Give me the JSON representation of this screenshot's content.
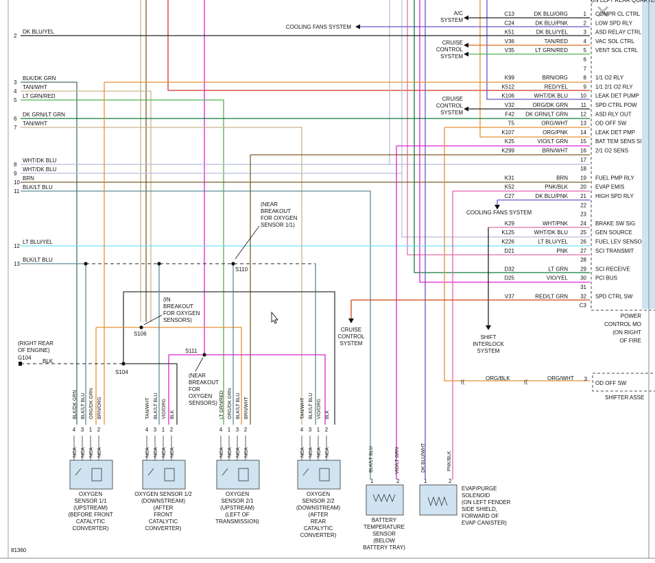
{
  "diagram_id": "81360",
  "header_partial": "(IN LEFT REAR QUARTER",
  "colors": {
    "dk_blu_yel": "#222222",
    "blk_dk_grn": "#4a6b6b",
    "tan_wht": "#c8b48c",
    "lt_grn_red": "#4db04d",
    "dk_grn_lt_grn": "#0a7a3a",
    "wht_dk_blu": "#b8bcd8",
    "brn": "#7a5a2a",
    "blk_lt_blu": "#5a8a96",
    "lt_blu_yel": "#6fe0f0",
    "dk_blu_pnk": "#6a50c8",
    "tan_red": "#e06a20",
    "red_yel": "#d03020",
    "orange": "#e89030",
    "pink": "#e060b0",
    "magenta": "#e020d0",
    "sci": "#e070a8",
    "sensor_fill": "#cfe3f0"
  },
  "left_wires": [
    {
      "num": "2",
      "label": "DK BLU/YEL",
      "color": "dk_blu_yel"
    },
    {
      "num": "3",
      "label": "BLK/DK GRN",
      "color": "blk_dk_grn"
    },
    {
      "num": "4",
      "label": "TAN/WHT",
      "color": "tan_wht"
    },
    {
      "num": "5",
      "label": "LT GRN/RED",
      "color": "lt_grn_red"
    },
    {
      "num": "6",
      "label": "DK GRN/LT GRN",
      "color": "dk_grn_lt_grn"
    },
    {
      "num": "7",
      "label": "TAN/WHT",
      "color": "tan_wht"
    },
    {
      "num": "8",
      "label": "WHT/DK BLU",
      "color": "wht_dk_blu"
    },
    {
      "num": "9",
      "label": "WHT/DK BLU",
      "color": "wht_dk_blu"
    },
    {
      "num": "10",
      "label": "BRN",
      "color": "brn"
    },
    {
      "num": "11",
      "label": "BLK/LT BLU",
      "color": "blk_lt_blu"
    },
    {
      "num": "12",
      "label": "LT BLU/YEL",
      "color": "lt_blu_yel"
    },
    {
      "num": "13",
      "label": "BLK/LT BLU",
      "color": "blk_lt_blu"
    }
  ],
  "pcm_pins": [
    {
      "pin": "1",
      "circuit": "C13",
      "wire": "DK BLU/ORG",
      "func": "COMPR CL CTRL"
    },
    {
      "pin": "2",
      "circuit": "C24",
      "wire": "DK BLU/PNK",
      "func": "LOW SPD RLY"
    },
    {
      "pin": "3",
      "circuit": "K51",
      "wire": "DK BLU/YEL",
      "func": "ASD RELAY CTRL"
    },
    {
      "pin": "4",
      "circuit": "V36",
      "wire": "TAN/RED",
      "func": "VAC SOL CTRL"
    },
    {
      "pin": "5",
      "circuit": "V35",
      "wire": "LT GRN/RED",
      "func": "VENT SOL CTRL"
    },
    {
      "pin": "6",
      "circuit": "",
      "wire": "",
      "func": ""
    },
    {
      "pin": "7",
      "circuit": "",
      "wire": "",
      "func": ""
    },
    {
      "pin": "8",
      "circuit": "K99",
      "wire": "BRN/ORG",
      "func": "1/1 O2 RLY"
    },
    {
      "pin": "9",
      "circuit": "K512",
      "wire": "RED/YEL",
      "func": "1/1 2/1 O2 RLY"
    },
    {
      "pin": "10",
      "circuit": "K106",
      "wire": "WHT/DK BLU",
      "func": "LEAK DET PUMP"
    },
    {
      "pin": "11",
      "circuit": "V32",
      "wire": "ORG/DK GRN",
      "func": "SPD CTRL POW"
    },
    {
      "pin": "12",
      "circuit": "F42",
      "wire": "DK GRN/LT GRN",
      "func": "ASD RLY OUT"
    },
    {
      "pin": "13",
      "circuit": "T5",
      "wire": "ORG/WHT",
      "func": "OD OFF SW"
    },
    {
      "pin": "14",
      "circuit": "K107",
      "wire": "ORG/PNK",
      "func": "LEAK DET PMP"
    },
    {
      "pin": "15",
      "circuit": "K25",
      "wire": "VIO/LT GRN",
      "func": "BAT TEM SENS SI"
    },
    {
      "pin": "16",
      "circuit": "K299",
      "wire": "BRN/WHT",
      "func": "2/1 O2 SENS"
    },
    {
      "pin": "17",
      "circuit": "",
      "wire": "",
      "func": ""
    },
    {
      "pin": "18",
      "circuit": "",
      "wire": "",
      "func": ""
    },
    {
      "pin": "19",
      "circuit": "K31",
      "wire": "BRN",
      "func": "FUEL PMP RLY"
    },
    {
      "pin": "20",
      "circuit": "K52",
      "wire": "PNK/BLK",
      "func": "EVAP EMIS"
    },
    {
      "pin": "21",
      "circuit": "C27",
      "wire": "DK BLU/PNK",
      "func": "HIGH SPD RLY"
    },
    {
      "pin": "22",
      "circuit": "",
      "wire": "",
      "func": ""
    },
    {
      "pin": "23",
      "circuit": "",
      "wire": "",
      "func": ""
    },
    {
      "pin": "24",
      "circuit": "K29",
      "wire": "WHT/PNK",
      "func": "BRAKE SW SIG"
    },
    {
      "pin": "25",
      "circuit": "K125",
      "wire": "WHT/DK BLU",
      "func": "GEN SOURCE"
    },
    {
      "pin": "26",
      "circuit": "K226",
      "wire": "LT BLU/YEL",
      "func": "FUEL LEV SENSO"
    },
    {
      "pin": "27",
      "circuit": "D21",
      "wire": "PNK",
      "func": "SCI TRANSMIT"
    },
    {
      "pin": "28",
      "circuit": "",
      "wire": "",
      "func": ""
    },
    {
      "pin": "29",
      "circuit": "D32",
      "wire": "LT GRN",
      "func": "SCI RECEIVE"
    },
    {
      "pin": "30",
      "circuit": "D25",
      "wire": "VIO/YEL",
      "func": "PCI BUS"
    },
    {
      "pin": "31",
      "circuit": "",
      "wire": "",
      "func": ""
    },
    {
      "pin": "32",
      "circuit": "V37",
      "wire": "RED/LT GRN",
      "func": "SPD CTRL SW"
    },
    {
      "pin": "C3",
      "circuit": "",
      "wire": "",
      "func": ""
    }
  ],
  "pcm_caption": [
    "POWER",
    "CONTROL MO",
    "(ON RIGHT",
    "OF FIRE"
  ],
  "systems": {
    "ac": [
      "A/C",
      "SYSTEM"
    ],
    "cooling1": "COOLING FANS SYSTEM",
    "cruise1": [
      "CRUISE",
      "CONTROL",
      "SYSTEM"
    ],
    "cruise2": [
      "CRUISE",
      "CONTROL",
      "SYSTEM"
    ],
    "cooling2": "COOLING FANS SYSTEM",
    "cruise3": [
      "CRUISE",
      "CONTROL",
      "SYSTEM"
    ],
    "shift": [
      "SHIFT",
      "INTERLOCK",
      "SYSTEM"
    ]
  },
  "splices": {
    "s110": "S110",
    "s110_note": [
      "(NEAR",
      "BREAKOUT",
      "FOR OXYGEN",
      "SENSOR 1/1)"
    ],
    "s106": "S106",
    "s106_note": [
      "(IN",
      "BREAKOUT",
      "FOR OXYGEN",
      "SENSORS)"
    ],
    "s111": "S111",
    "s111_note": [
      "(NEAR",
      "BREAKOUT",
      "FOR",
      "OXYGEN",
      "SENSORS)"
    ],
    "s104": "S104"
  },
  "ground": {
    "name": "G104",
    "note": [
      "(RIGHT REAR",
      "OF ENGINE)"
    ],
    "wire": "BLK"
  },
  "oxygen_sensors": [
    {
      "name": [
        "OXYGEN",
        "SENSOR 1/1",
        "(UPSTREAM)",
        "(BEFORE FRONT",
        "CATALYTIC",
        "CONVERTER)"
      ],
      "wires": [
        "BLK/DK GRN",
        "BLK/LT BLU",
        "ORG/DK GRN",
        "BRN/ORG"
      ],
      "pins": [
        "4",
        "3",
        "1",
        "2"
      ]
    },
    {
      "name": [
        "OXYGEN SENSOR 1/2",
        "(DOWNSTREAM)",
        "(AFTER",
        "FRONT",
        "CATALYTIC",
        "CONVERTER)"
      ],
      "wires": [
        "TAN/WHT",
        "BLK/LT BLU",
        "VIO/ORG",
        "BLK"
      ],
      "pins": [
        "4",
        "3",
        "1",
        "2"
      ]
    },
    {
      "name": [
        "OXYGEN",
        "SENSOR 2/1",
        "(UPSTREAM)",
        "(LEFT OF",
        "TRANSMISSION)"
      ],
      "wires": [
        "LT GRN/RED",
        "ORG/DK GRN",
        "BLK/LT BLU",
        "BRN/WHT"
      ],
      "pins": [
        "4",
        "1",
        "3",
        "2"
      ]
    },
    {
      "name": [
        "OXYGEN",
        "SENSOR 2/2",
        "(DOWNSTREAM)",
        "(AFTER",
        "REAR",
        "CATALYTIC",
        "CONVERTER)"
      ],
      "wires": [
        "TAN/WHT",
        "BLK/LT BLU",
        "VIO/ORG",
        "BLK"
      ],
      "pins": [
        "4",
        "3",
        "1",
        "2"
      ]
    }
  ],
  "nca": "NCA",
  "battery_sensor": {
    "name": [
      "BATTERY",
      "TEMPERATURE",
      "SENSOR",
      "(BELOW",
      "BATTERY TRAY)"
    ],
    "wires": [
      "BLK/LT BLU",
      "VIO/LT GRN"
    ],
    "pins": [
      "1",
      "2"
    ]
  },
  "evap_solenoid": {
    "name": [
      "EVAP/PURGE",
      "SOLENOID",
      "(ON LEFT FENDER",
      "SIDE SHIELD,",
      "FORWARD OF",
      "EVAP CANISTER)"
    ],
    "wires": [
      "DK BLU/WHT",
      "PNK/BLK"
    ],
    "pins": [
      "1",
      "2"
    ]
  },
  "od_switch": {
    "wire_left": "ORG/BLK",
    "wire_right": "ORG/WHT",
    "pin": "3",
    "label": "OD OFF SW",
    "caption": "SHIFTER ASSE"
  }
}
